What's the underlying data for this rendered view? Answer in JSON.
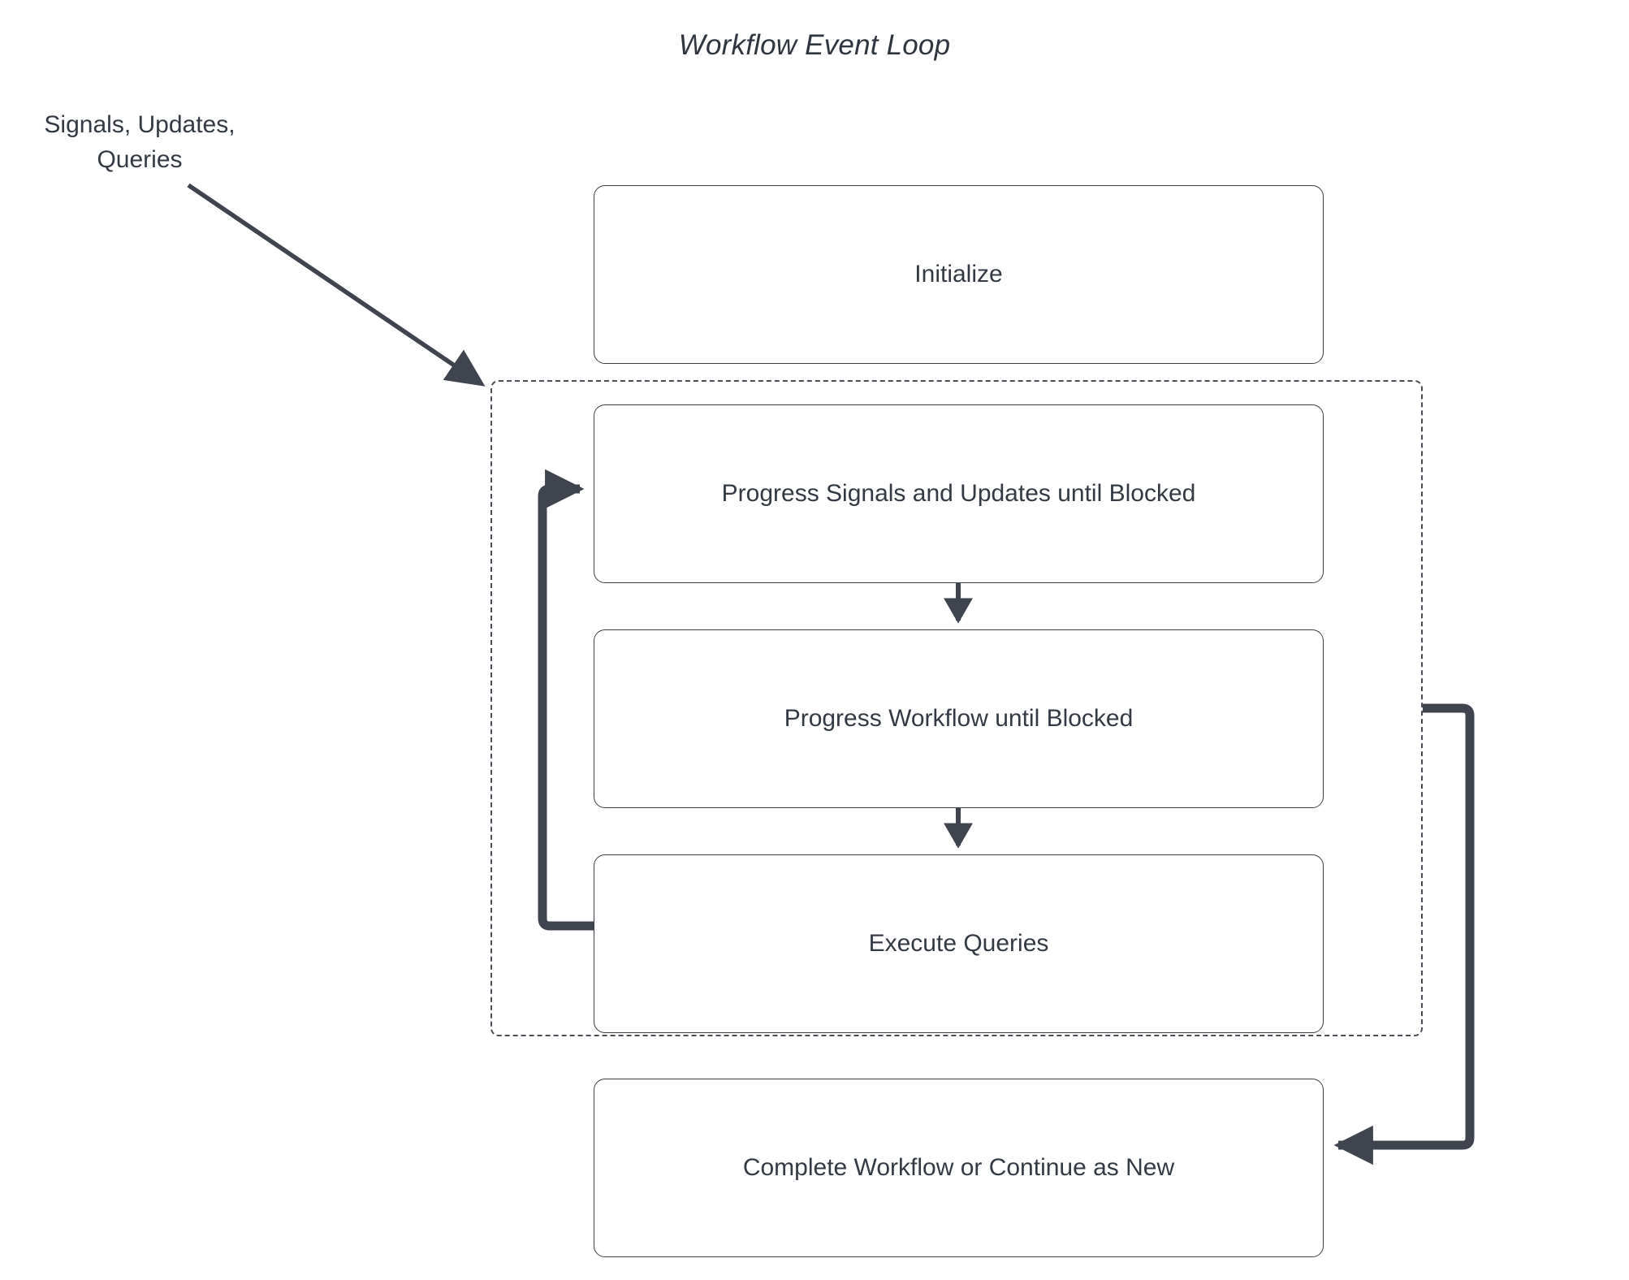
{
  "diagram": {
    "title": "Workflow Event Loop",
    "type": "flowchart",
    "external_input": {
      "label": "Signals, Updates,\nQueries"
    },
    "nodes": [
      {
        "id": "initialize",
        "label": "Initialize"
      },
      {
        "id": "progress-signals",
        "label": "Progress Signals and Updates until Blocked"
      },
      {
        "id": "progress-workflow",
        "label": "Progress Workflow until Blocked"
      },
      {
        "id": "execute-queries",
        "label": "Execute Queries"
      },
      {
        "id": "complete-workflow",
        "label": "Complete Workflow or Continue as New"
      }
    ],
    "loop_group": {
      "members": [
        "progress-signals",
        "progress-workflow",
        "execute-queries"
      ],
      "style": "dashed"
    },
    "edges": [
      {
        "from": "external-input",
        "to": "loop-group",
        "style": "thin-diagonal"
      },
      {
        "from": "progress-signals",
        "to": "progress-workflow",
        "style": "thin-vertical"
      },
      {
        "from": "progress-workflow",
        "to": "execute-queries",
        "style": "thin-vertical"
      },
      {
        "from": "execute-queries",
        "to": "progress-signals",
        "style": "thick-loop-left"
      },
      {
        "from": "loop-group",
        "to": "complete-workflow",
        "style": "thick-loop-right"
      }
    ],
    "colors": {
      "stroke": "#3b3f47",
      "thick_stroke": "#3f444e",
      "text": "#333a44",
      "background": "#ffffff",
      "dashed_border": "#4a4f57"
    }
  }
}
